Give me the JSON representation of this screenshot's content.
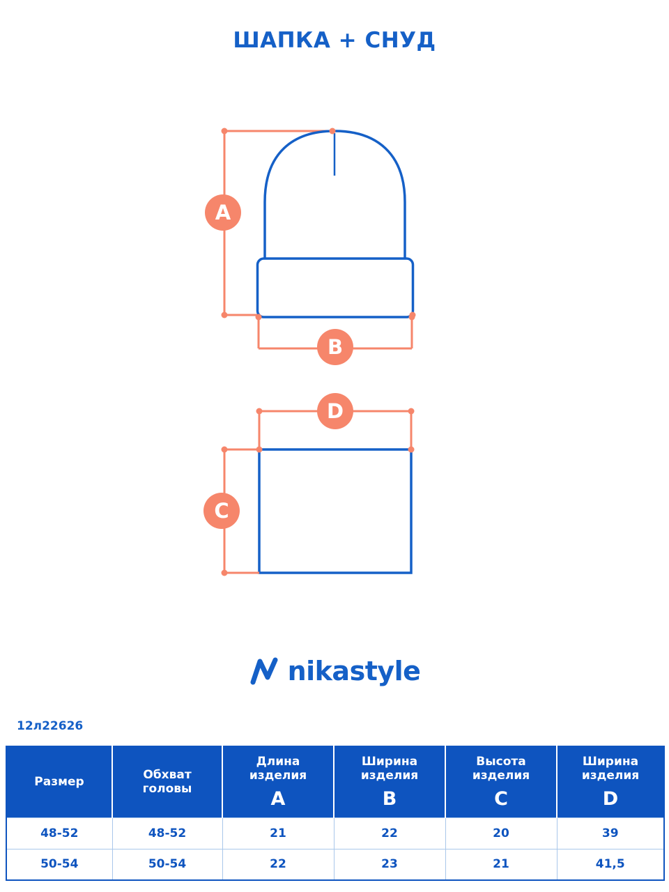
{
  "title": "ШАПКА + СНУД",
  "article_number": "12л22626",
  "brand": {
    "name": "nikastyle"
  },
  "colors": {
    "primary_blue": "#1560C7",
    "accent_coral": "#F6866B",
    "table_header_bg": "#0E54BF",
    "table_border_light": "#A9C7EA",
    "text_on_header": "#FFFFFF"
  },
  "diagram": {
    "items": [
      "hat",
      "snood"
    ],
    "labels": {
      "a": "A",
      "b": "B",
      "c": "C",
      "d": "D"
    }
  },
  "size_table": {
    "columns": [
      {
        "label": "Размер",
        "letter": ""
      },
      {
        "label": "Обхват головы",
        "letter": ""
      },
      {
        "label": "Длина изделия",
        "letter": "A"
      },
      {
        "label": "Ширина изделия",
        "letter": "B"
      },
      {
        "label": "Высота изделия",
        "letter": "C"
      },
      {
        "label": "Ширина изделия",
        "letter": "D"
      }
    ],
    "rows": [
      [
        "48-52",
        "48-52",
        "21",
        "22",
        "20",
        "39"
      ],
      [
        "50-54",
        "50-54",
        "22",
        "23",
        "21",
        "41,5"
      ]
    ]
  }
}
